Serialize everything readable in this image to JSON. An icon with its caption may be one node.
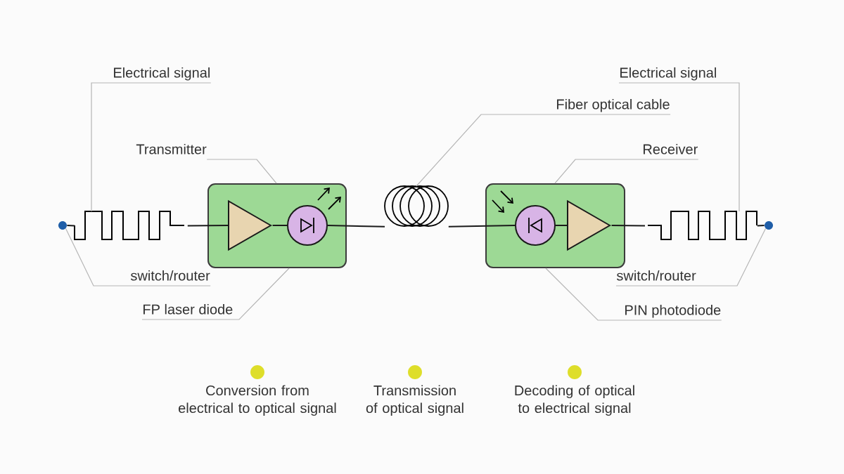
{
  "diagram": {
    "nodes": [
      {
        "text": [
          "Electrical signal"
        ]
      },
      {
        "text": [
          "Transmitter"
        ]
      },
      {
        "text": [
          "switch/router"
        ]
      },
      {
        "text": [
          "FP laser diode"
        ]
      },
      {
        "text": [
          "Fiber optical cable"
        ]
      },
      {
        "text": [
          "Electrical signal"
        ]
      },
      {
        "text": [
          "Receiver"
        ]
      },
      {
        "text": [
          "switch/router"
        ]
      },
      {
        "text": [
          "PIN photodiode"
        ]
      },
      {
        "text": [],
        "shape": "circle"
      },
      {
        "text": [],
        "shape": "waveform"
      },
      {
        "text": [],
        "shape": "box"
      },
      {
        "text": [],
        "shape": "triangle",
        "in": 11
      },
      {
        "text": [],
        "shape": "circle",
        "in": 11
      },
      {
        "text": [],
        "shape": "coil"
      },
      {
        "text": [],
        "shape": "box"
      },
      {
        "text": [],
        "shape": "circle",
        "in": 15
      },
      {
        "text": [],
        "shape": "triangle",
        "in": 15
      },
      {
        "text": [],
        "shape": "waveform"
      },
      {
        "text": [],
        "shape": "circle"
      },
      {
        "text": [],
        "shape": "circle",
        "beside": [
          "Conversion from electrical to optical signal"
        ]
      },
      {
        "text": [],
        "shape": "circle",
        "beside": [
          "Transmission of optical signal"
        ]
      },
      {
        "text": [],
        "shape": "circle",
        "beside": [
          "Decoding of optical to electrical signal"
        ]
      }
    ],
    "edges": [
      {
        "from": 0,
        "to": 10,
        "arrow": "none"
      },
      {
        "from": 1,
        "to": 11,
        "arrow": "none"
      },
      {
        "from": 2,
        "to": 9,
        "arrow": "none"
      },
      {
        "from": 3,
        "to": 11,
        "arrow": "none"
      },
      {
        "from": 4,
        "to": 14,
        "arrow": "none"
      },
      {
        "from": 5,
        "to": 18,
        "arrow": "none"
      },
      {
        "from": 6,
        "to": 15,
        "arrow": "none"
      },
      {
        "from": 7,
        "to": 19,
        "arrow": "none"
      },
      {
        "from": 8,
        "to": 15,
        "arrow": "none"
      },
      {
        "from": 9,
        "to": 10,
        "arrow": "none",
        "color": "#1a1a1a"
      },
      {
        "from": 10,
        "to": 12,
        "arrow": "none",
        "color": "#1a1a1a"
      },
      {
        "from": 12,
        "to": 13,
        "arrow": "none",
        "color": "#1a1a1a"
      },
      {
        "from": 13,
        "to": 14,
        "arrow": "none",
        "color": "#1a1a1a"
      },
      {
        "from": 14,
        "to": 16,
        "arrow": "none",
        "color": "#1a1a1a"
      },
      {
        "from": 16,
        "to": 17,
        "arrow": "none",
        "color": "#1a1a1a"
      },
      {
        "from": 17,
        "to": 18,
        "arrow": "none",
        "color": "#1a1a1a"
      },
      {
        "from": 18,
        "to": 19,
        "arrow": "none",
        "color": "#1a1a1a"
      }
    ]
  }
}
